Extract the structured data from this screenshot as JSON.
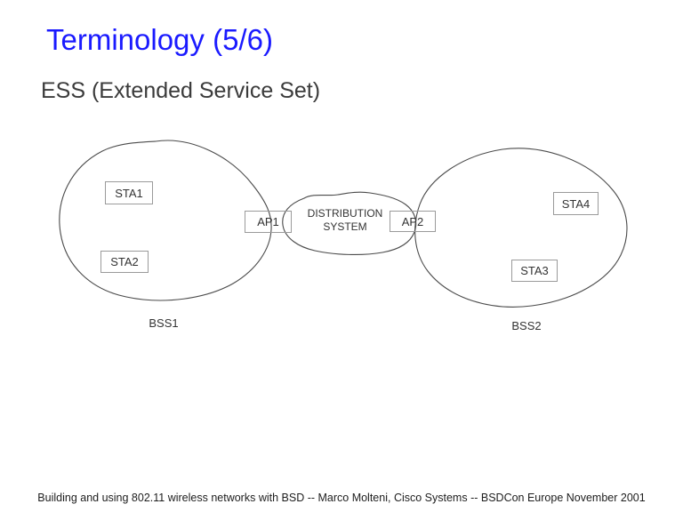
{
  "slide": {
    "title": "Terminology (5/6)",
    "subtitle": "ESS (Extended Service Set)",
    "footer": "Building and using 802.11 wireless networks with BSD -- Marco Molteni, Cisco Systems -- BSDCon Europe November 2001"
  },
  "diagram": {
    "type": "wireless-network-diagram",
    "description": "Two BSS cells connected by a distribution system forming an ESS",
    "nodes": {
      "sta1": "STA1",
      "sta2": "STA2",
      "sta3": "STA3",
      "sta4": "STA4",
      "ap1": "AP1",
      "ap2": "AP2"
    },
    "groups": {
      "bss1": {
        "label": "BSS1",
        "members": [
          "STA1",
          "STA2",
          "AP1"
        ]
      },
      "bss2": {
        "label": "BSS2",
        "members": [
          "STA3",
          "STA4",
          "AP2"
        ]
      },
      "distribution_system": {
        "line1": "DISTRIBUTION",
        "line2": "SYSTEM",
        "connects": [
          "AP1",
          "AP2"
        ]
      }
    }
  },
  "colors": {
    "background": "#ffffff",
    "title_blue": "#1a1aff",
    "body_text": "#3b3b3b",
    "diagram_line": "#4a4a4a",
    "box_border": "#9a9a9a"
  }
}
